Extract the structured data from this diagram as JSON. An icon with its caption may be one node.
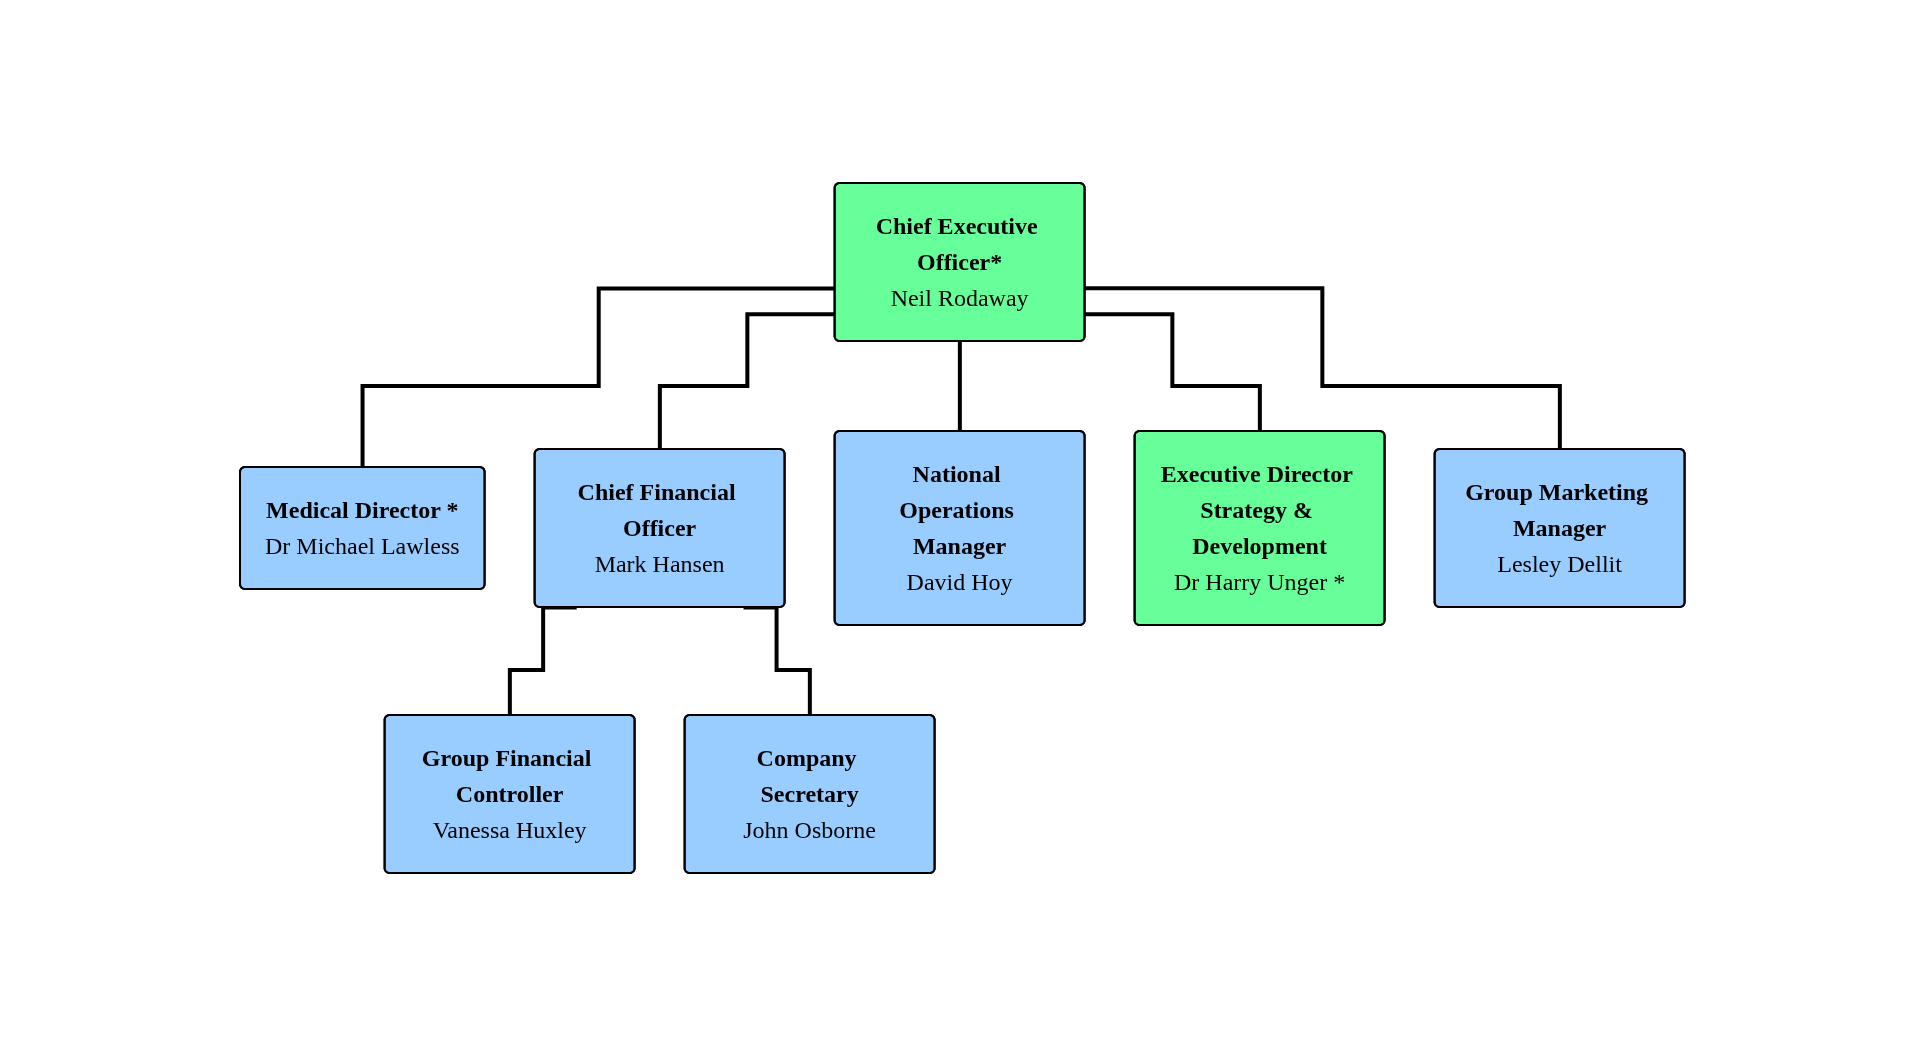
{
  "diagram": {
    "nodes": [
      {
        "text": [
          "Chief Executive Officer*",
          "Neil Rodaway"
        ]
      },
      {
        "text": [
          "Medical Director *",
          "Dr Michael Lawless"
        ]
      },
      {
        "text": [
          "Chief Financial Officer",
          "Mark Hansen"
        ]
      },
      {
        "text": [
          "National Operations Manager",
          "David Hoy"
        ]
      },
      {
        "text": [
          "Executive Director Strategy & Development",
          "Dr Harry Unger *"
        ]
      },
      {
        "text": [
          "Group Marketing Manager",
          "Lesley Dellit"
        ]
      },
      {
        "text": [
          "Group Financial Controller",
          "Vanessa Huxley"
        ]
      },
      {
        "text": [
          "Company Secretary",
          "John Osborne"
        ]
      }
    ],
    "edges": [
      {
        "from": 0,
        "to": 1,
        "arrow": "none"
      },
      {
        "from": 0,
        "to": 2,
        "arrow": "none"
      },
      {
        "from": 0,
        "to": 3,
        "arrow": "none"
      },
      {
        "from": 0,
        "to": 4,
        "arrow": "none"
      },
      {
        "from": 0,
        "to": 5,
        "arrow": "none"
      },
      {
        "from": 2,
        "to": 6,
        "arrow": "none"
      },
      {
        "from": 2,
        "to": 7,
        "arrow": "none"
      }
    ]
  }
}
